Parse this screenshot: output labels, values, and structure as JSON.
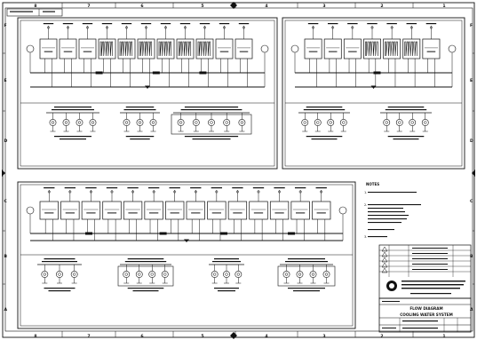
{
  "border": {
    "top_zones": [
      "8",
      "7",
      "6",
      "5",
      "4",
      "3",
      "2",
      "1"
    ],
    "bottom_zones": [
      "8",
      "7",
      "6",
      "5",
      "4",
      "3",
      "2",
      "1"
    ],
    "left_rows": [
      "F",
      "E",
      "D",
      "C",
      "B",
      "A"
    ],
    "right_rows": [
      "F",
      "E",
      "D",
      "C",
      "B",
      "A"
    ]
  },
  "title_block": {
    "title_line1": "FLOW DIAGRAM",
    "title_line2": "COOLING WATER SYSTEM"
  },
  "notes": {
    "heading": "NOTES"
  },
  "colors": {
    "line": "#111111",
    "paper": "#ffffff"
  }
}
